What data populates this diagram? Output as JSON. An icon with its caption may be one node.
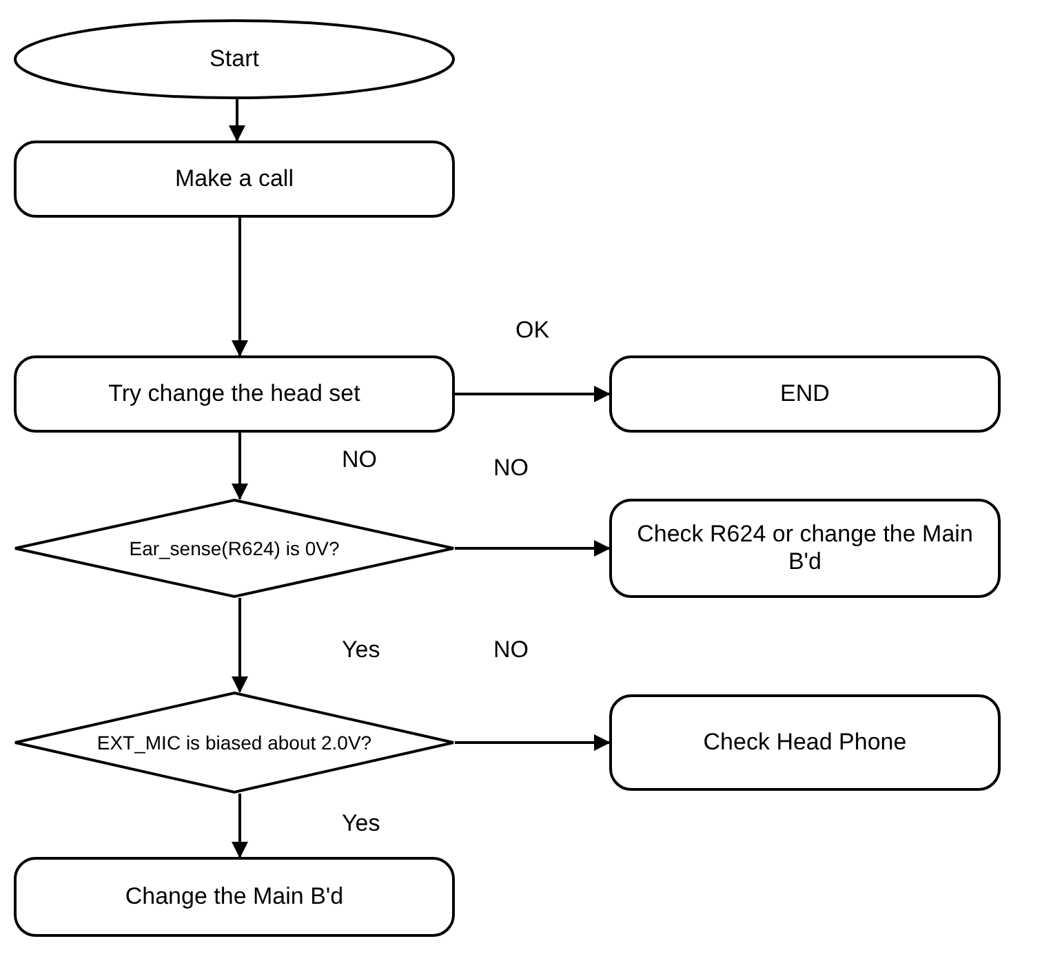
{
  "diagram": {
    "nodes": [
      {
        "text": [
          "Start"
        ]
      },
      {
        "text": [
          "Make a call"
        ]
      },
      {
        "text": [
          "Try change the head set"
        ]
      },
      {
        "text": [
          "END"
        ]
      },
      {
        "text": [
          "Ear_sense(R624) is 0V?"
        ]
      },
      {
        "text": [
          "Check R624 or change the Main B'd"
        ]
      },
      {
        "text": [
          "EXT_MIC is biased about 2.0V?"
        ]
      },
      {
        "text": [
          "Check Head Phone"
        ]
      },
      {
        "text": [
          "Change the Main B'd"
        ]
      }
    ],
    "edges": [
      {
        "from": 0,
        "to": 1,
        "arrow": "to"
      },
      {
        "from": 1,
        "to": 2,
        "arrow": "to"
      },
      {
        "from": 2,
        "to": 3,
        "arrow": "to",
        "label": "OK"
      },
      {
        "from": 2,
        "to": 4,
        "arrow": "to",
        "label": "NO"
      },
      {
        "from": 4,
        "to": 5,
        "arrow": "to",
        "label": "NO"
      },
      {
        "from": 4,
        "to": 6,
        "arrow": "to",
        "label": "Yes"
      },
      {
        "from": 6,
        "to": 7,
        "arrow": "to",
        "label": "NO"
      },
      {
        "from": 6,
        "to": 8,
        "arrow": "to",
        "label": "Yes"
      }
    ]
  }
}
